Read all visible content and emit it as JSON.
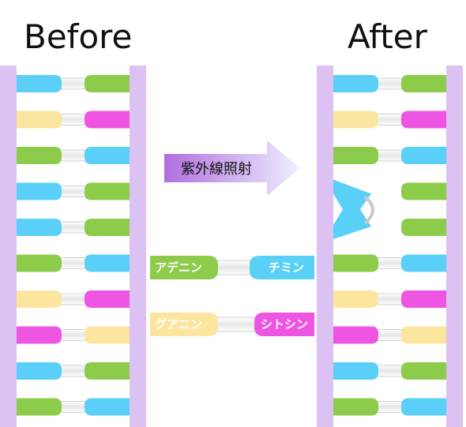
{
  "headings": {
    "before": "Before",
    "after": "After"
  },
  "process_label": "紫外線照射",
  "legend": {
    "pair_at": {
      "left": "アデニン",
      "right": "チミン"
    },
    "pair_gc": {
      "left": "グアニン",
      "right": "シトシン"
    }
  },
  "colors": {
    "backbone": "#dcc1f3",
    "adenine": "#8ccc4a",
    "thymine": "#5ad0f8",
    "guanine": "#fce59f",
    "cytosine": "#ee55e2",
    "arrow_start": "#b06fde",
    "arrow_end": "#eef0ff"
  },
  "strands": {
    "before_pairs": [
      [
        "T",
        "A"
      ],
      [
        "G",
        "C"
      ],
      [
        "A",
        "T"
      ],
      [
        "T",
        "A"
      ],
      [
        "T",
        "A"
      ],
      [
        "A",
        "T"
      ],
      [
        "G",
        "C"
      ],
      [
        "C",
        "G"
      ],
      [
        "T",
        "A"
      ],
      [
        "A",
        "T"
      ]
    ],
    "after_pairs": [
      [
        "T",
        "A"
      ],
      [
        "G",
        "C"
      ],
      [
        "A",
        "T"
      ],
      [
        "T",
        "A"
      ],
      [
        "T",
        "A"
      ],
      [
        "A",
        "T"
      ],
      [
        "G",
        "C"
      ],
      [
        "C",
        "G"
      ],
      [
        "T",
        "A"
      ],
      [
        "A",
        "T"
      ]
    ],
    "dimer_rows": [
      3,
      4
    ]
  }
}
